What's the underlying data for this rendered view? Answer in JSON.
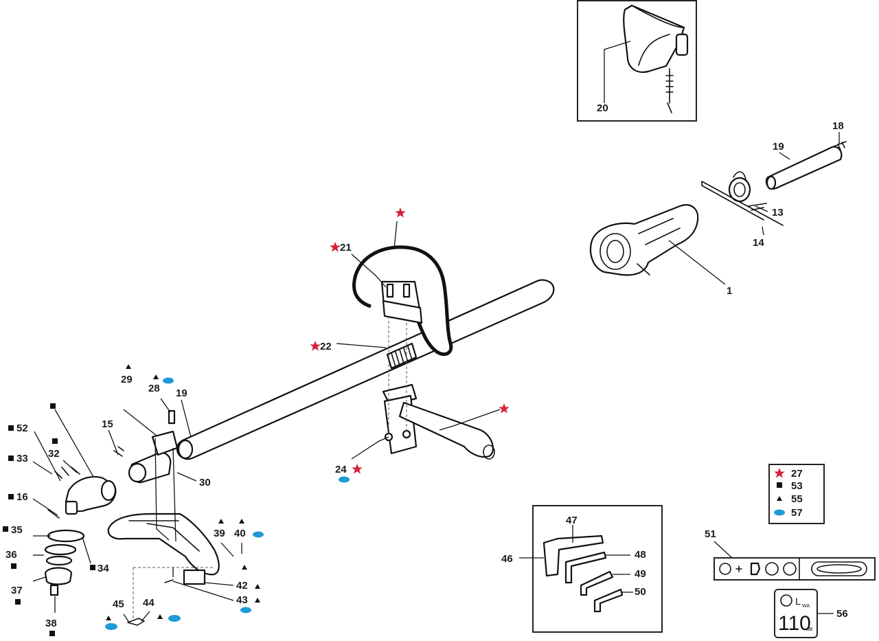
{
  "colors": {
    "star": "#d4243a",
    "oval": "#1e9ad8",
    "ink": "#111111"
  },
  "symbols": {
    "star": "red-star",
    "square": "black-square",
    "triangle": "black-triangle",
    "oval": "blue-oval"
  },
  "callouts": {
    "c1": "1",
    "c13": "13",
    "c14": "14",
    "c15": "15",
    "c16": "16",
    "c18": "18",
    "c19a": "19",
    "c19b": "19",
    "c20": "20",
    "c21": "21",
    "c22": "22",
    "c24": "24",
    "c28": "28",
    "c29": "29",
    "c30": "30",
    "c32": "32",
    "c33": "33",
    "c34": "34",
    "c35": "35",
    "c36": "36",
    "c37": "37",
    "c38": "38",
    "c39": "39",
    "c40": "40",
    "c42": "42",
    "c43": "43",
    "c44": "44",
    "c45": "45",
    "c46": "46",
    "c47": "47",
    "c48": "48",
    "c49": "49",
    "c50": "50",
    "c51": "51",
    "c52": "52",
    "c56": "56"
  },
  "legend": [
    {
      "symbol": "star",
      "number": "27"
    },
    {
      "symbol": "square",
      "number": "53"
    },
    {
      "symbol": "triangle",
      "number": "55"
    },
    {
      "symbol": "oval",
      "number": "57"
    }
  ],
  "sound_label": {
    "unit": "L",
    "unit_sub": "WA",
    "value": "110",
    "unit_mark": "dB"
  }
}
